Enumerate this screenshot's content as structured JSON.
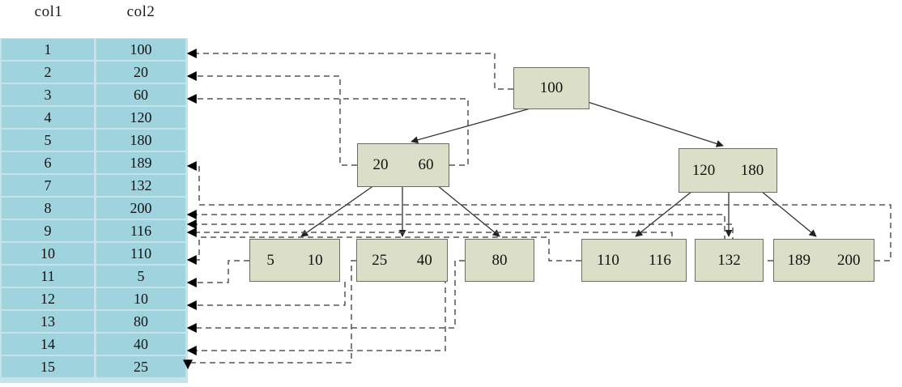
{
  "table": {
    "headers": [
      "col1",
      "col2"
    ],
    "rows": [
      {
        "col1": "1",
        "col2": "100"
      },
      {
        "col1": "2",
        "col2": "20"
      },
      {
        "col1": "3",
        "col2": "60"
      },
      {
        "col1": "4",
        "col2": "120"
      },
      {
        "col1": "5",
        "col2": "180"
      },
      {
        "col1": "6",
        "col2": "189"
      },
      {
        "col1": "7",
        "col2": "132"
      },
      {
        "col1": "8",
        "col2": "200"
      },
      {
        "col1": "9",
        "col2": "116"
      },
      {
        "col1": "10",
        "col2": "110"
      },
      {
        "col1": "11",
        "col2": "5"
      },
      {
        "col1": "12",
        "col2": "10"
      },
      {
        "col1": "13",
        "col2": "80"
      },
      {
        "col1": "14",
        "col2": "40"
      },
      {
        "col1": "15",
        "col2": "25"
      }
    ],
    "row_colour": "#9fd4df",
    "grid_colour": "#c6e3ea"
  },
  "tree": {
    "node_fill": "#dcdfc8",
    "node_stroke": "#6e6e61",
    "root": {
      "keys": [
        "100"
      ]
    },
    "internal": [
      {
        "keys": [
          "20",
          "60"
        ]
      },
      {
        "keys": [
          "120",
          "180"
        ]
      }
    ],
    "leaves": [
      {
        "keys": [
          "5",
          "10"
        ]
      },
      {
        "keys": [
          "25",
          "40"
        ]
      },
      {
        "keys": [
          "80"
        ]
      },
      {
        "keys": [
          "110",
          "116"
        ]
      },
      {
        "keys": [
          "132"
        ]
      },
      {
        "keys": [
          "189",
          "200"
        ]
      }
    ]
  },
  "edges": {
    "solid_colour": "#333333",
    "dashed_colour": "#555555",
    "description": "solid arrows = B+tree parent-to-child pointers; dashed arrows = index entry pointers from leaf keys back to heap table rows"
  }
}
